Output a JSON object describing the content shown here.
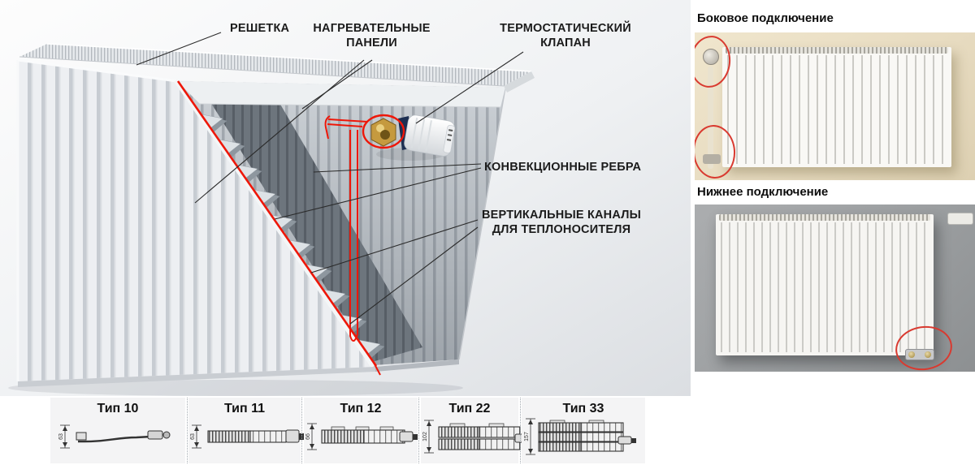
{
  "main_diagram": {
    "labels": {
      "grille": "РЕШЕТКА",
      "heating_panels": "НАГРЕВАТЕЛЬНЫЕ ПАНЕЛИ",
      "thermostatic_valve": "ТЕРМОСТАТИЧЕСКИЙ КЛАПАН",
      "convection_fins": "КОНВЕКЦИОННЫЕ РЕБРА",
      "vertical_channels": "ВЕРТИКАЛЬНЫЕ КАНАЛЫ ДЛЯ ТЕПЛОНОСИТЕЛЯ"
    }
  },
  "connections": {
    "side": {
      "title": "Боковое подключение"
    },
    "bottom": {
      "title": "Нижнее подключение"
    }
  },
  "types": {
    "items": [
      {
        "label": "Тип 10",
        "depth_mm": "63"
      },
      {
        "label": "Тип 11",
        "depth_mm": "63"
      },
      {
        "label": "Тип 12",
        "depth_mm": "66"
      },
      {
        "label": "Тип 22",
        "depth_mm": "102"
      },
      {
        "label": "Тип 33",
        "depth_mm": "157"
      }
    ]
  },
  "colors": {
    "highlight_red": "#ee1709",
    "marker_red": "#d93a30",
    "callout_line": "#2b2b2b"
  }
}
